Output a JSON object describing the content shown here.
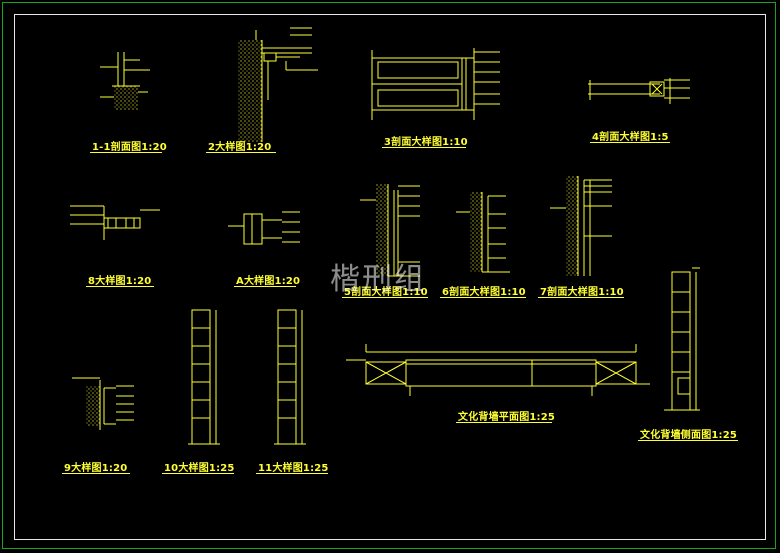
{
  "drawing": {
    "titles": {
      "s11": "1-1剖面图1:20",
      "d2": "2大样图1:20",
      "s3": "3剖面大样图1:10",
      "s4": "4剖面大样图1:5",
      "d8": "8大样图1:20",
      "dA": "A大样图1:20",
      "s5": "5剖面大样图1:10",
      "s6": "6剖面大样图1:10",
      "s7": "7剖面大样图1:10",
      "d9": "9大样图1:20",
      "d10": "10大样图1:25",
      "d11": "11大样图1:25",
      "plan": "文化背墙平面图1:25",
      "side": "文化背墙侧面图1:25"
    },
    "watermark": "楷刑组"
  },
  "colors": {
    "background": "#000000",
    "line": "#ffff33",
    "frame_outer": "#1fa01f",
    "frame_inner": "#e8e8e8"
  }
}
